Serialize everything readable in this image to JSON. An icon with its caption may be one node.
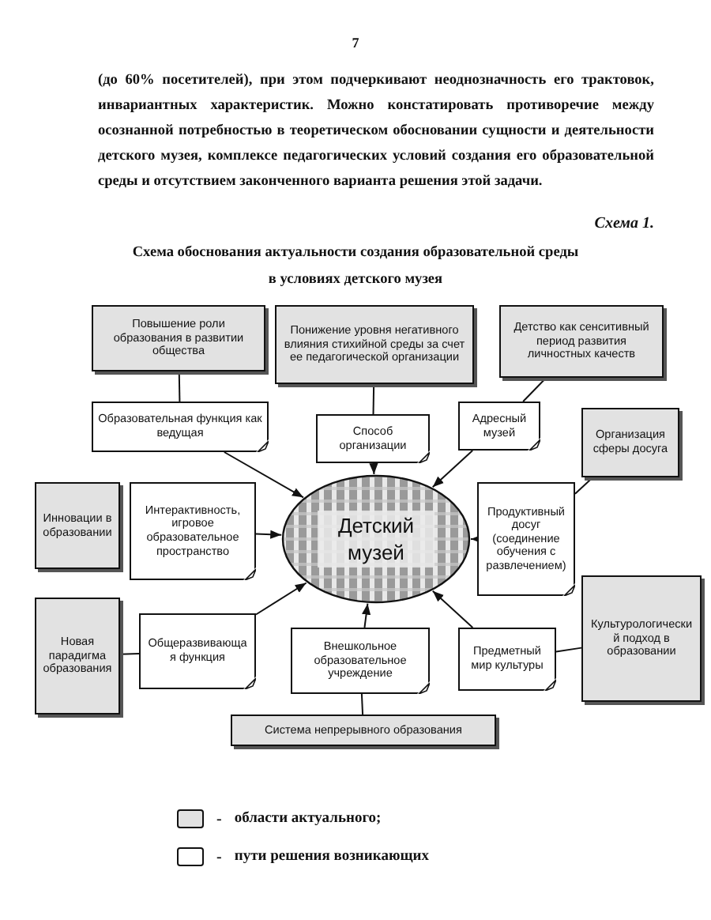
{
  "diagram": {
    "title": "Схема обоснования актуальности создания образовательной среды в условиях детского музея",
    "nodes": [
      {
        "text": [
          "Повышение роли образования в развитии общества"
        ]
      },
      {
        "text": [
          "Понижение уровня негативного влияния стихийной среды за счет ее педагогической организации"
        ]
      },
      {
        "text": [
          "Детство как сенситивный период развития личностных качеств"
        ]
      },
      {
        "text": [
          "Образовательная функция как ведущая"
        ]
      },
      {
        "text": [
          "Способ организации"
        ]
      },
      {
        "text": [
          "Адресный музей"
        ]
      },
      {
        "text": [
          "Организация сферы досуга"
        ]
      },
      {
        "text": [
          "Инновации в образовании"
        ]
      },
      {
        "text": [
          "Интерактивность, игровое образовательное пространство"
        ]
      },
      {
        "text": [
          "Детский музей"
        ]
      },
      {
        "text": [
          "Продуктивный досуг (соединение обучения с развлечением)"
        ]
      },
      {
        "text": [
          "Культурологический подход в образовании"
        ]
      },
      {
        "text": [
          "Новая парадигма образования"
        ]
      },
      {
        "text": [
          "Общеразвивающая функция"
        ]
      },
      {
        "text": [
          "Внешкольное образовательное учреждение"
        ]
      },
      {
        "text": [
          "Предметный мир культуры"
        ]
      },
      {
        "text": [
          "Система непрерывного образования"
        ]
      }
    ],
    "edges": [
      {
        "from": 0,
        "to": 3,
        "arrow": "none"
      },
      {
        "from": 1,
        "to": 4,
        "arrow": "none"
      },
      {
        "from": 2,
        "to": 5,
        "arrow": "none"
      },
      {
        "from": 3,
        "to": 9,
        "arrow": "to"
      },
      {
        "from": 4,
        "to": 9,
        "arrow": "to"
      },
      {
        "from": 5,
        "to": 9,
        "arrow": "to"
      },
      {
        "from": 6,
        "to": 10,
        "arrow": "none"
      },
      {
        "from": 8,
        "to": 9,
        "arrow": "to"
      },
      {
        "from": 10,
        "to": 9,
        "arrow": "to"
      },
      {
        "from": 12,
        "to": 13,
        "arrow": "none"
      },
      {
        "from": 13,
        "to": 9,
        "arrow": "to"
      },
      {
        "from": 14,
        "to": 9,
        "arrow": "to"
      },
      {
        "from": 15,
        "to": 9,
        "arrow": "to"
      },
      {
        "from": 11,
        "to": 15,
        "arrow": "none"
      },
      {
        "from": 14,
        "to": 16,
        "arrow": "none"
      }
    ],
    "labels": [
      "7",
      "(до 60% посетителей), при этом подчеркивают неоднозначность его трактовок, инвариантных характеристик. Можно констатировать противоречие между осознанной потребностью в теоретическом обосновании сущности и деятельности детского музея, комплексе педагогических условий создания его образовательной среды и отсутствием законченного варианта решения этой задачи.",
      "Схема 1.",
      "-",
      "-"
    ],
    "legend": [
      {
        "text": "области актуального;",
        "color": "#e2e2e2"
      },
      {
        "text": "пути решения возникающих",
        "color": "#ffffff"
      }
    ]
  }
}
